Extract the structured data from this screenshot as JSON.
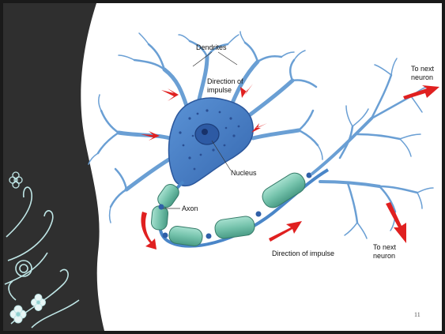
{
  "slide": {
    "page_number": "11",
    "frame_color": "#1a1a1a",
    "panel_color": "#2f2f2f",
    "accent_color": "#bfe6e6"
  },
  "diagram": {
    "labels": {
      "dendrites": "Dendrites",
      "direction_top_line1": "Direction of",
      "direction_top_line2": "impulse",
      "nucleus": "Nucleus",
      "axon": "Axon",
      "direction_bottom": "Direction of impulse",
      "to_next_top_line1": "To next",
      "to_next_top_line2": "neuron",
      "to_next_bottom_line1": "To next",
      "to_next_bottom_line2": "neuron"
    },
    "colors": {
      "neuron_body": "#4a86c8",
      "dendrite": "#6a9fd4",
      "myelin": "#7cc8b4",
      "node": "#3060a8",
      "arrow": "#e02020"
    }
  }
}
